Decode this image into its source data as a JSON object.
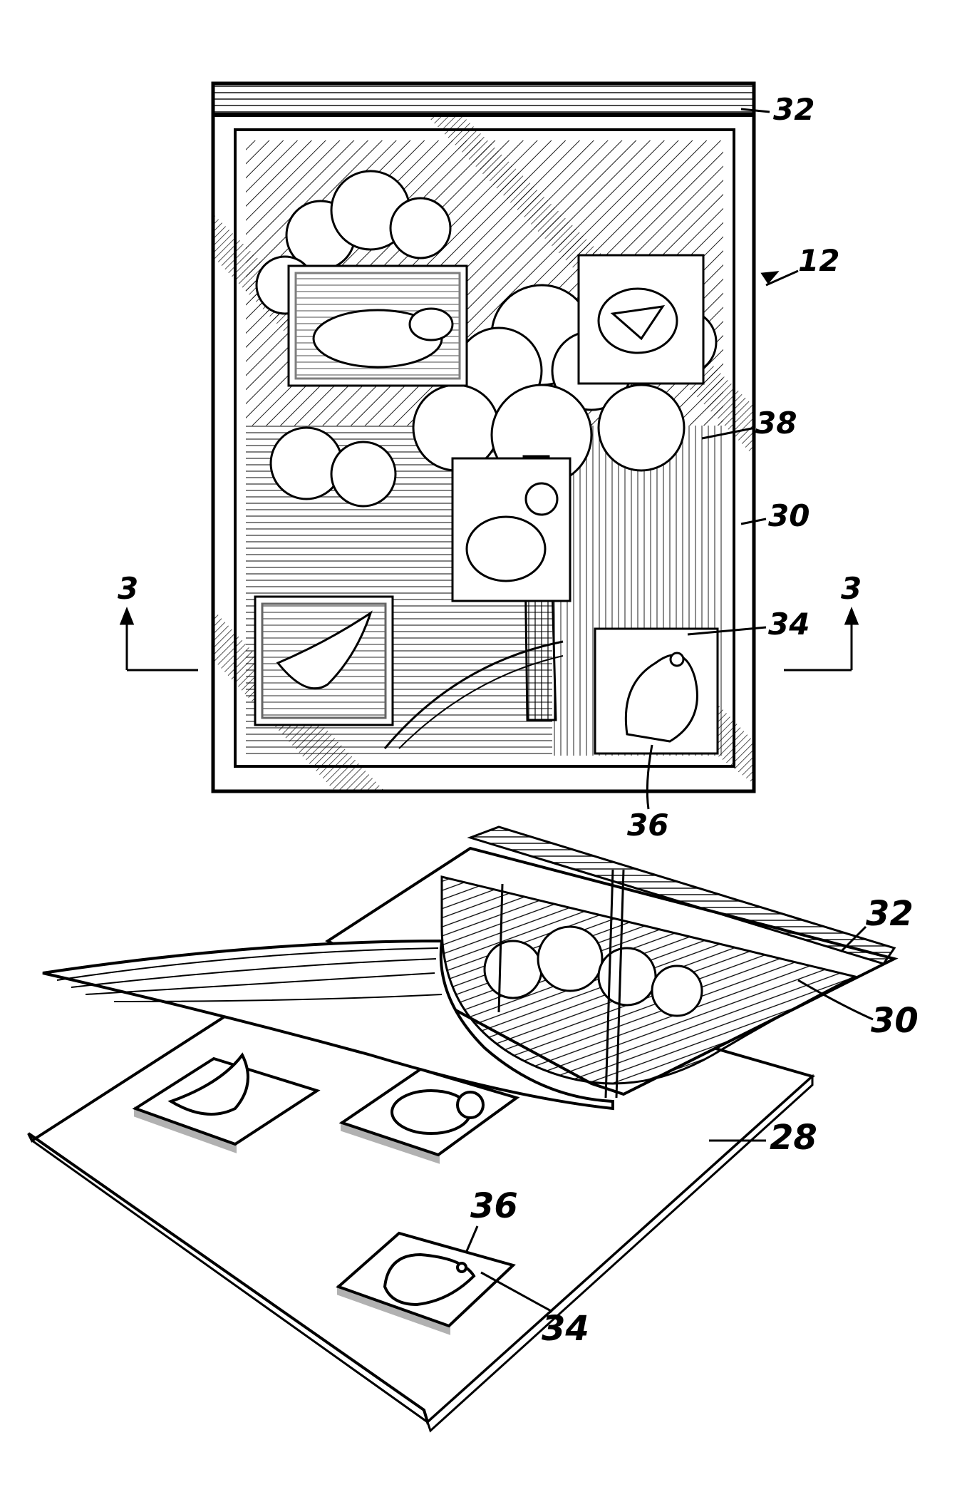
{
  "figure": {
    "reference_numerals": {
      "device_top": "12",
      "binding_strip_top": "32",
      "overlay_sheet_top": "30",
      "scene_image": "38",
      "picture_card_top": "34",
      "cutout_top": "36",
      "binding_strip_bottom": "32",
      "overlay_sheet_bottom": "30",
      "base_sheet": "28",
      "cutout_bottom": "36",
      "picture_card_bottom": "34"
    },
    "section_markers": {
      "left": "3",
      "right": "3"
    },
    "palette": {
      "ink": "#000000",
      "paper": "#ffffff"
    }
  }
}
